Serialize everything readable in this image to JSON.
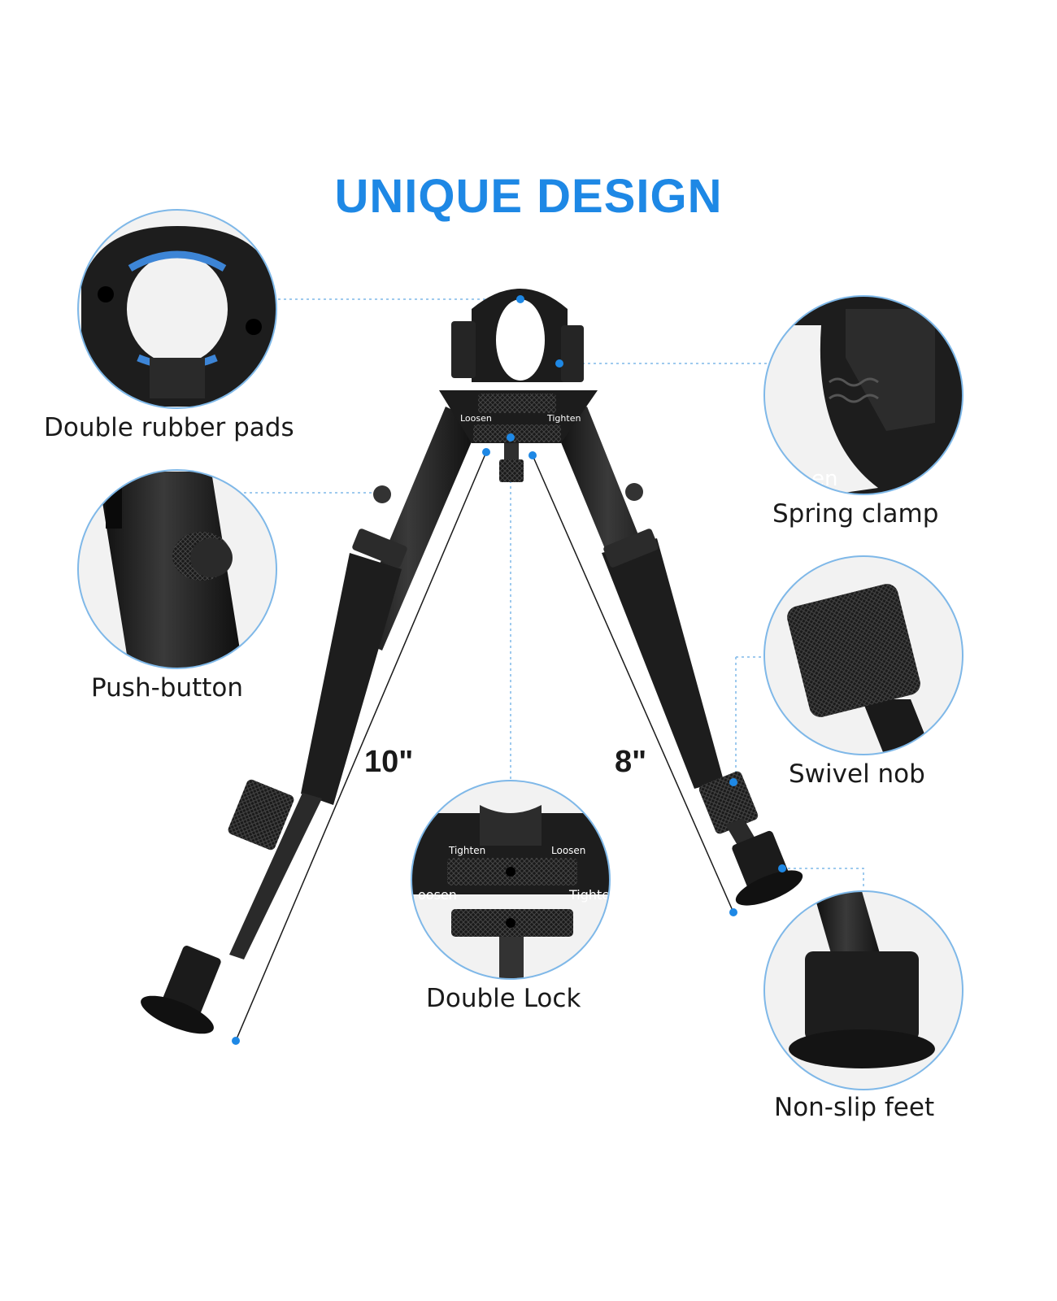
{
  "title": "UNIQUE DESIGN",
  "colors": {
    "accent": "#1e88e5",
    "circle_border": "#7fb8e8",
    "metal": "#1c1c1c",
    "metal_highlight": "#4a4a4a",
    "rubber_pad": "#3d85d6"
  },
  "features": [
    {
      "label": "Double rubber pads"
    },
    {
      "label": "Push-button"
    },
    {
      "label": "Spring clamp"
    },
    {
      "label": "Swivel nob"
    },
    {
      "label": "Double Lock"
    },
    {
      "label": "Non-slip feet"
    }
  ],
  "dimensions": {
    "left_leg": "10\"",
    "right_leg": "8\""
  },
  "device_text": {
    "tighten": "Tighten",
    "loosen": "Loosen",
    "spring_clamp_partial": "en",
    "lock_loosen_partial": "oosen"
  }
}
